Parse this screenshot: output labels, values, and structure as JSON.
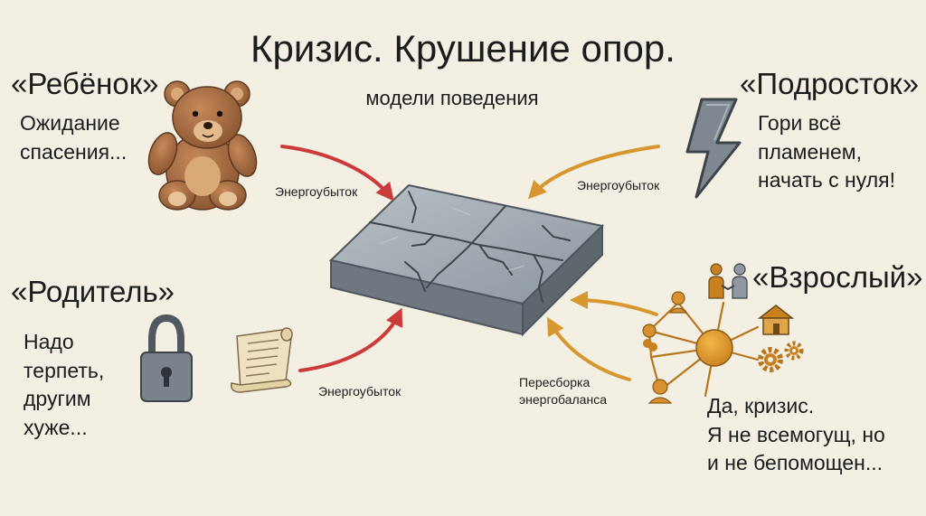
{
  "title": "Кризис. Крушение опор.",
  "subtitle": "модели поведения",
  "roles": {
    "child": {
      "name": "«Ребёнок»",
      "desc": [
        "Ожидание",
        "спасения..."
      ]
    },
    "teen": {
      "name": "«Подросток»",
      "desc": [
        "Гори всё",
        "пламенем,",
        "начать с нуля!"
      ]
    },
    "parent": {
      "name": "«Родитель»",
      "desc": [
        "Надо",
        "терпеть,",
        "другим",
        "хуже..."
      ]
    },
    "adult": {
      "name": "«Взрослый»",
      "desc": [
        "Да, кризис.",
        "Я не всемогущ, но",
        "и не бепомощен..."
      ]
    }
  },
  "arrows": {
    "child": "Энергоубыток",
    "teen": "Энергоубыток",
    "parent": "Энергоубыток",
    "adult": [
      "Пересборка",
      "энергобаланса"
    ]
  },
  "icons": {
    "child": "teddy-bear-icon",
    "teen": "lightning-icon",
    "parent_lock": "padlock-icon",
    "parent_scroll": "scroll-icon",
    "adult_people": "handshake-icon",
    "adult_home": "house-icon",
    "adult_gears": "gears-icon",
    "center": "cracked-slab-icon"
  },
  "colors": {
    "loss_arrow": "#cc3a3a",
    "rebuild_arrow": "#d7962e",
    "slab": "#8f98a1"
  }
}
